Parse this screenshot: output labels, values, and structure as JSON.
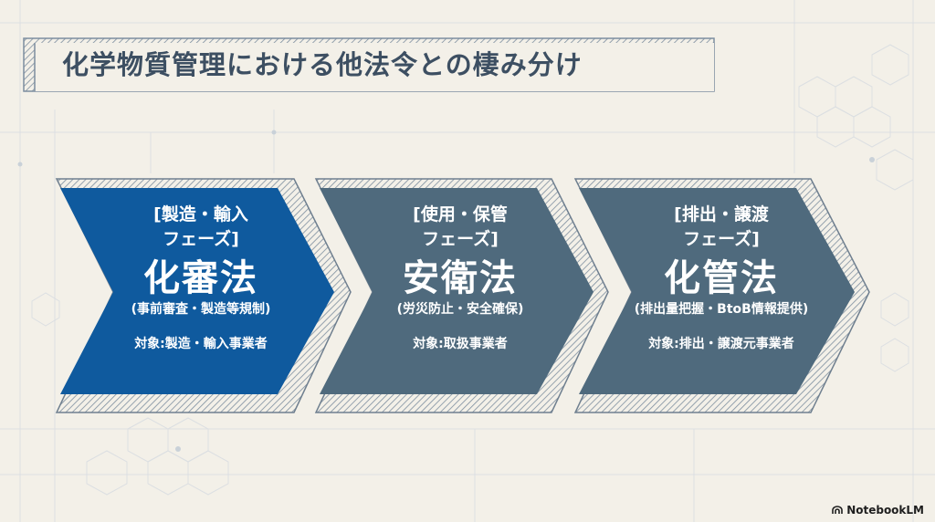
{
  "title": "化学物質管理における他法令との棲み分け",
  "colors": {
    "background": "#f3f0e8",
    "primary": "#0f5a9e",
    "secondary": "#4f6a7d",
    "title": "#3d4f62"
  },
  "stages": [
    {
      "phase_line1": "[製造・輸入",
      "phase_line2": "フェーズ]",
      "law": "化審法",
      "description": "(事前審査・製造等規制)",
      "target": "対象:製造・輸入事業者"
    },
    {
      "phase_line1": "[使用・保管",
      "phase_line2": "フェーズ]",
      "law": "安衛法",
      "description": "(労災防止・安全確保)",
      "target": "対象:取扱事業者"
    },
    {
      "phase_line1": "[排出・譲渡",
      "phase_line2": "フェーズ]",
      "law": "化管法",
      "description": "(排出量把握・BtoB情報提供)",
      "target": "対象:排出・譲渡元事業者"
    }
  ],
  "brand": {
    "name": "NotebookLM",
    "icon": "notebooklm-logo-icon"
  }
}
